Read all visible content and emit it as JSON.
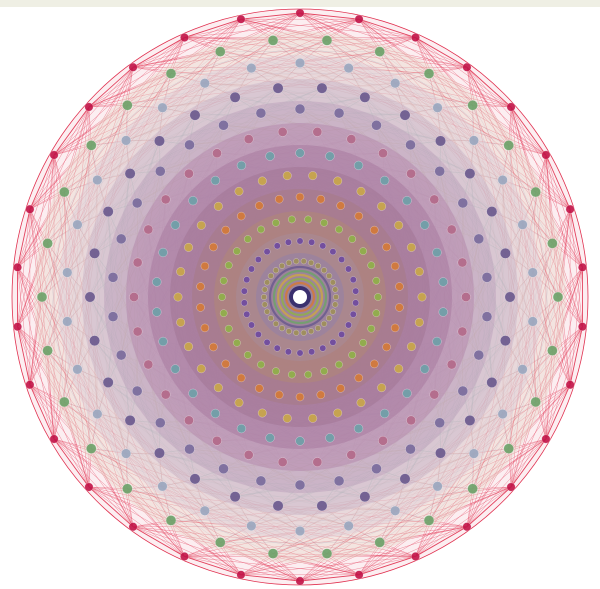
{
  "figure": {
    "style": {
      "background": "#ffffff",
      "top_strip_color": "#efefe4",
      "outer_edge_color": "#e0304f",
      "outer_fill_color": "#f7cfd6",
      "center_color": "#ffffff",
      "center_ring_color": "#3a2f6e",
      "ring_colors": [
        "#c2174a",
        "#6ea36a",
        "#9aa7bf",
        "#6b5a8e",
        "#7a6b9c",
        "#b36a8a",
        "#6fa0a8",
        "#c9a64a",
        "#d47a3a",
        "#8fb04a",
        "#6f4aa0",
        "#a08f5a"
      ],
      "inner_mesh_colors": [
        "#a04a7a",
        "#6a6aa0",
        "#c05a5a",
        "#5a9a8a",
        "#b0903a"
      ]
    },
    "rings": [
      {
        "count": 30,
        "color_index": 0
      },
      {
        "count": 30,
        "color_index": 1
      },
      {
        "count": 30,
        "color_index": 2
      },
      {
        "count": 30,
        "color_index": 3
      },
      {
        "count": 30,
        "color_index": 4
      },
      {
        "count": 30,
        "color_index": 5
      },
      {
        "count": 30,
        "color_index": 6
      },
      {
        "count": 30,
        "color_index": 7
      },
      {
        "count": 30,
        "color_index": 8
      },
      {
        "count": 30,
        "color_index": 9
      },
      {
        "count": 30,
        "color_index": 10
      },
      {
        "count": 30,
        "color_index": 11
      }
    ]
  }
}
